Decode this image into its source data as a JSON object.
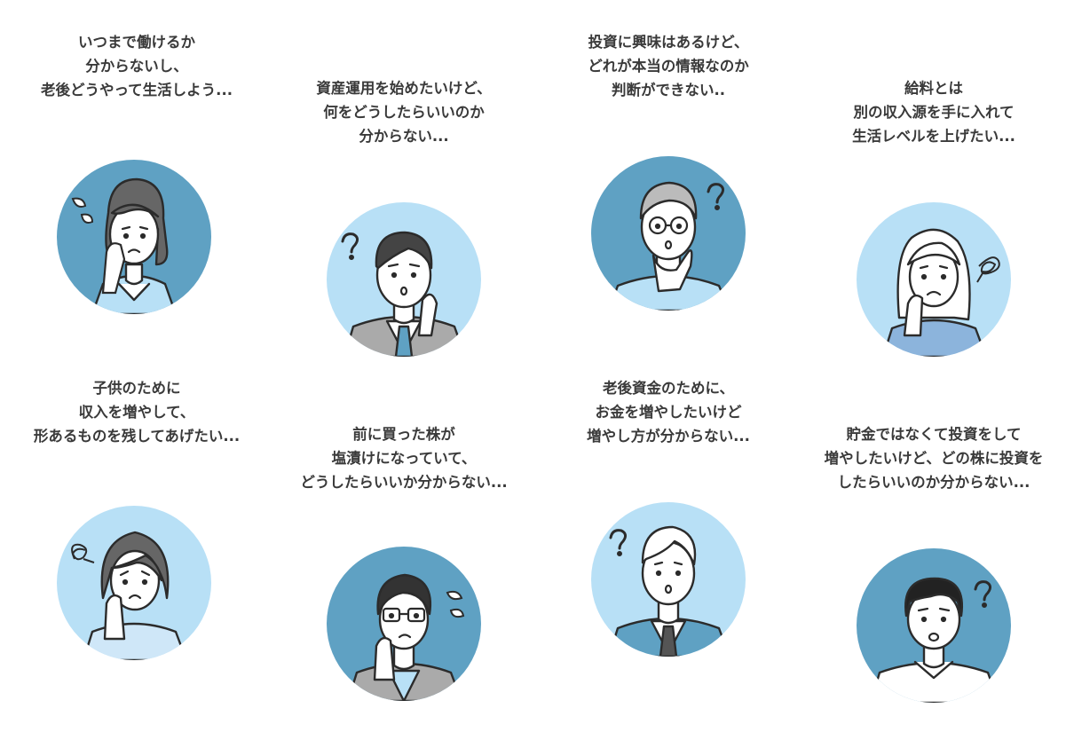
{
  "colors": {
    "dark_blue": "#5fa1c3",
    "light_blue": "#b8e0f6",
    "ink": "#2b2b2b",
    "text": "#3a3a3a"
  },
  "personas": [
    {
      "id": "p1",
      "lines": [
        "いつまで働けるか",
        "分からないし、",
        "老後どうやって生活しよう..."
      ],
      "background": "dark",
      "figure": "woman-tied-hair-worried",
      "symbol": "sweat-drops-icon"
    },
    {
      "id": "p2",
      "lines": [
        "資産運用を始めたいけど、",
        "何をどうしたらいいのか",
        "分からない..."
      ],
      "background": "light",
      "figure": "man-suit-tie-thinking",
      "symbol": "question-mark-icon"
    },
    {
      "id": "p3",
      "lines": [
        "投資に興味はあるけど、",
        "どれが本当の情報なのか",
        "判断ができない.."
      ],
      "background": "dark",
      "figure": "older-man-glasses",
      "symbol": "question-mark-icon"
    },
    {
      "id": "p4",
      "lines": [
        "給料とは",
        "別の収入源を手に入れて",
        "生活レベルを上げたい..."
      ],
      "background": "light",
      "figure": "long-hair-woman-sweater",
      "symbol": "scribble-icon"
    },
    {
      "id": "p5",
      "lines": [
        "子供のために",
        "収入を増やして、",
        "形あるものを残してあげたい..."
      ],
      "background": "light",
      "figure": "bob-hair-woman",
      "symbol": "scribble-icon"
    },
    {
      "id": "p6",
      "lines": [
        "前に買った株が",
        "塩漬けになっていて、",
        "どうしたらいいか分からない..."
      ],
      "background": "dark",
      "figure": "woman-glasses-bun",
      "symbol": "sweat-drops-icon"
    },
    {
      "id": "p7",
      "lines": [
        "老後資金のために、",
        "お金を増やしたいけど",
        "増やし方が分からない..."
      ],
      "background": "light",
      "figure": "young-man-suit",
      "symbol": "question-mark-icon"
    },
    {
      "id": "p8",
      "lines": [
        "貯金ではなくて投資をして",
        "増やしたいけど、どの株に投資を",
        "したらいいのか分からない..."
      ],
      "background": "dark",
      "figure": "man-collared-shirt",
      "symbol": "question-mark-icon"
    }
  ]
}
